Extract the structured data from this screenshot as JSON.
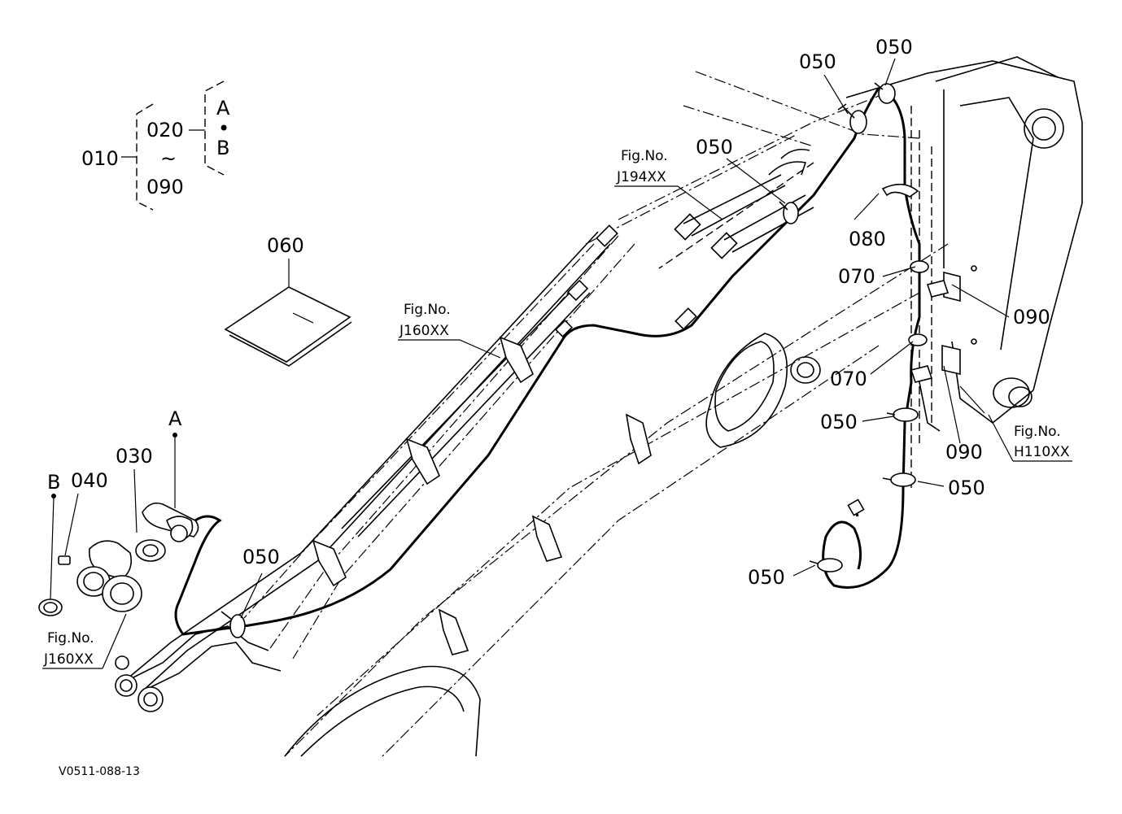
{
  "legend": {
    "root": "010",
    "range_start": "020",
    "range_sep": "~",
    "range_end": "090",
    "variant_a": "A",
    "variant_dot": "•",
    "variant_b": "B"
  },
  "callouts": {
    "c050_top_a": "050",
    "c050_top_b": "050",
    "c050_mid": "050",
    "c080": "080",
    "c070_a": "070",
    "c090_a": "090",
    "c070_b": "070",
    "c050_right_a": "050",
    "c090_b": "090",
    "c050_right_b": "050",
    "c050_bottom": "050",
    "c050_left": "050",
    "c060": "060",
    "c030": "030",
    "c040": "040",
    "marker_a": "A",
    "marker_b": "B"
  },
  "fig_refs": {
    "j194": {
      "prefix": "Fig.No.",
      "code": "J194XX"
    },
    "j160_mid": {
      "prefix": "Fig.No.",
      "code": "J160XX"
    },
    "h110": {
      "prefix": "Fig.No.",
      "code": "H110XX"
    },
    "j160_left": {
      "prefix": "Fig.No.",
      "code": "J160XX"
    }
  },
  "drawing_code": "V0511-088-13"
}
